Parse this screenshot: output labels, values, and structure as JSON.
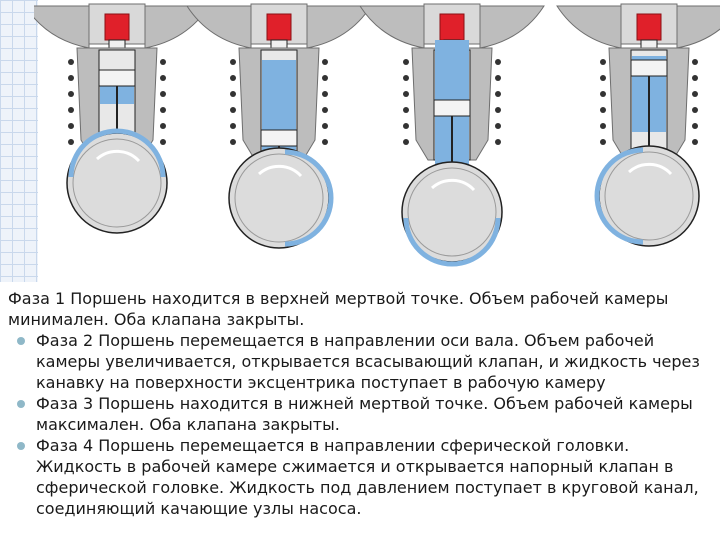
{
  "diagram": {
    "stages": [
      {
        "phase": 1
      },
      {
        "phase": 2
      },
      {
        "phase": 3
      },
      {
        "phase": 4
      }
    ],
    "colors": {
      "housing": "#bdbdbd",
      "housing_dark": "#6e6e6e",
      "fluid": "#7fb2e0",
      "valve": "#e0202a",
      "outline": "#222222"
    }
  },
  "description": {
    "intro_phase": "Фаза 1",
    "intro_text": "Поршень находится в верхней мертвой точке. Объем рабочей камеры минимален. Оба клапана закрыты.",
    "items": [
      {
        "phase": "Фаза 2",
        "text": "Поршень перемещается в направлении оси вала. Объем рабочей камеры увеличивается, открывается всасывающий клапан, и жидкость через канавку на поверхности эксцентрика поступает в рабочую камеру"
      },
      {
        "phase": "Фаза 3",
        "text": "Поршень находится в нижней мертвой точке. Объем рабочей камеры максимален. Оба клапана закрыты."
      },
      {
        "phase": "Фаза 4",
        "text": "Поршень перемещается в направлении сферической головки. Жидкость в рабочей камере сжимается и открывается напорный клапан в сферической головке. Жидкость под давлением поступает в круговой канал, соединяющий качающие узлы насоса."
      }
    ]
  }
}
